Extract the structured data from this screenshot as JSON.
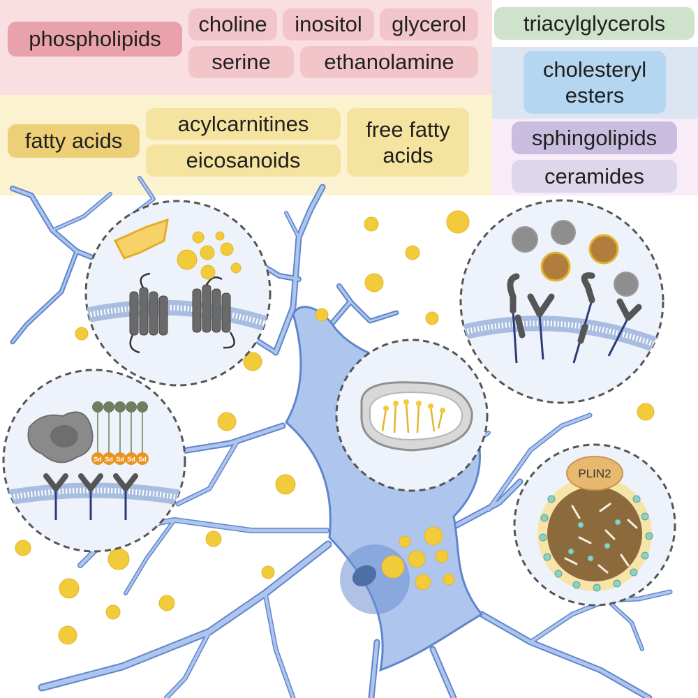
{
  "legend": {
    "phospholipids": {
      "title": "phospholipids",
      "items": [
        "choline",
        "inositol",
        "glycerol",
        "serine",
        "ethanolamine"
      ]
    },
    "fatty_acids": {
      "title": "fatty acids",
      "items": [
        "acylcarnitines",
        "eicosanoids",
        "free fatty acids"
      ]
    },
    "triacylglycerols": "triacylglycerols",
    "cholesteryl_esters": "cholesteryl esters",
    "sphingolipids": {
      "title": "sphingolipids",
      "items": [
        "ceramides"
      ]
    }
  },
  "insets": {
    "lipid_droplet_label": "PLIN2",
    "sulfatide_label": "Sd"
  },
  "colors": {
    "phospholipid_zone": "#f9dfe2",
    "phospholipid_chip": "#f2c5cb",
    "phospholipid_title": "#e9a2ab",
    "fatty_zone": "#fbf2cf",
    "fatty_chip": "#f5e3a0",
    "fatty_title": "#eccf77",
    "tag_zone": "#ffffff",
    "tag_chip": "#cfe3cc",
    "ce_zone": "#dbe6f2",
    "ce_chip": "#b5d6f0",
    "sphingo_zone": "#f7ecf7",
    "sphingo_title": "#c9bedf",
    "sphingo_chip": "#ded6ea",
    "neuron": "#aec6ee",
    "neuron_edge": "#5f85cc",
    "nucleus": "#6d8fd1",
    "nucleolus": "#4e6ea8",
    "lipid_drop": "#f2cb3a",
    "inset_bg": "#eef2fa",
    "membrane": "#a9bde0"
  }
}
